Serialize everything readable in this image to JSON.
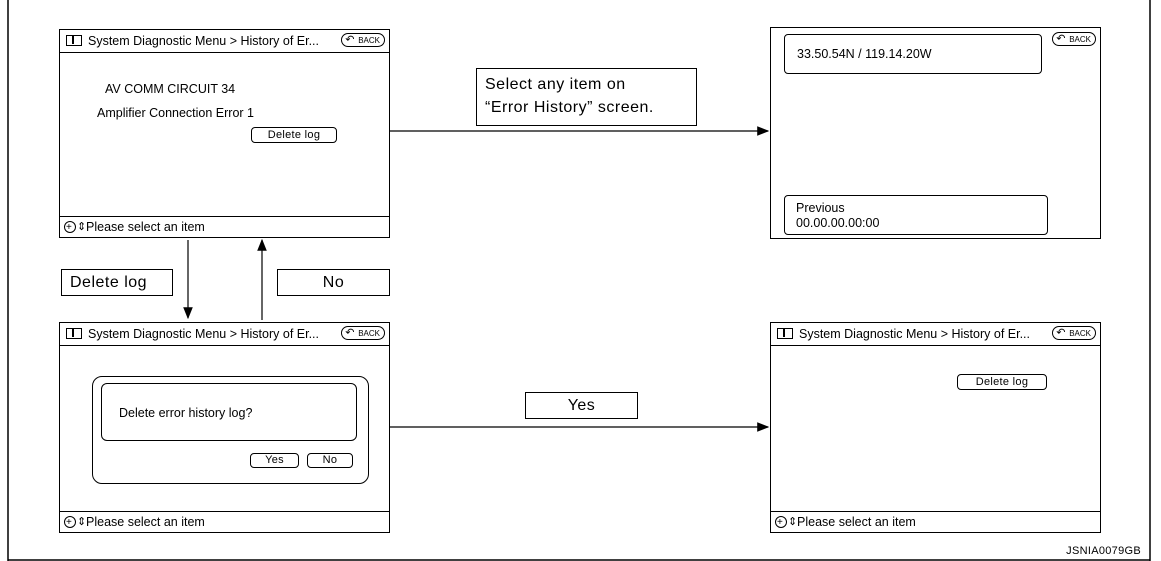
{
  "screens": {
    "common": {
      "title": "System Diagnostic Menu > History of Er...",
      "back": "BACK",
      "status": "Please select an item"
    },
    "history": {
      "items": [
        "AV COMM CIRCUIT 34",
        "Amplifier Connection Error 1"
      ],
      "delete_log_button": "Delete log"
    },
    "detail": {
      "location": "33.50.54N / 119.14.20W",
      "previous_label": "Previous",
      "previous_value": "00.00.00.00:00"
    },
    "confirm": {
      "question": "Delete error history log?",
      "yes": "Yes",
      "no": "No"
    },
    "after_delete": {
      "delete_log_button": "Delete log"
    }
  },
  "flow_labels": {
    "select_item": [
      "Select any item on",
      "“Error History” screen."
    ],
    "delete_log": "Delete log",
    "no": "No",
    "yes": "Yes"
  },
  "figure_id": "JSNIA0079GB"
}
